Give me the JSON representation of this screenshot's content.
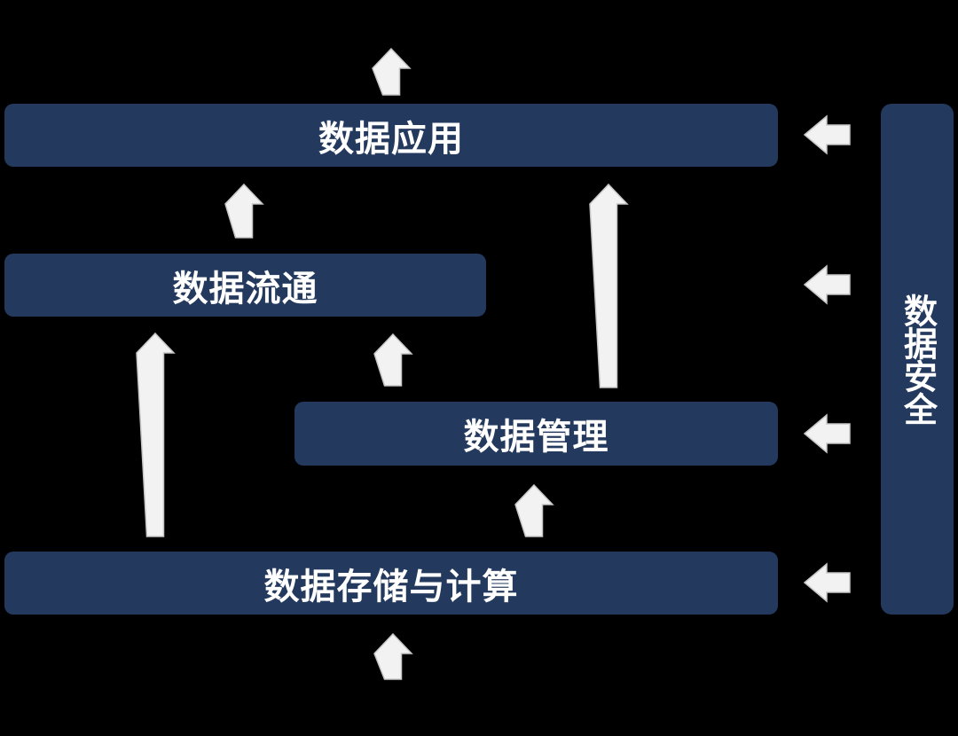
{
  "diagram": {
    "layers": [
      {
        "id": "data-application",
        "label": "数据应用"
      },
      {
        "id": "data-circulation",
        "label": "数据流通"
      },
      {
        "id": "data-management",
        "label": "数据管理"
      },
      {
        "id": "data-storage-computing",
        "label": "数据存储与计算"
      }
    ],
    "security_bar": {
      "id": "data-security",
      "label": "数据安全"
    },
    "up_arrows": [
      {
        "from": "data-application",
        "to": "external-top"
      },
      {
        "from": "data-circulation",
        "to": "data-application"
      },
      {
        "from": "data-management",
        "to": "data-application"
      },
      {
        "from": "data-management",
        "to": "data-circulation"
      },
      {
        "from": "data-storage-computing",
        "to": "data-circulation"
      },
      {
        "from": "data-storage-computing",
        "to": "data-management"
      },
      {
        "from": "external-bottom",
        "to": "data-storage-computing"
      }
    ],
    "security_arrows_to": [
      "data-application",
      "data-circulation",
      "data-management",
      "data-storage-computing"
    ],
    "colors": {
      "background": "#000000",
      "bar": "#23395D",
      "arrow": "#F2F2F2",
      "text": "#FFFFFF"
    }
  }
}
